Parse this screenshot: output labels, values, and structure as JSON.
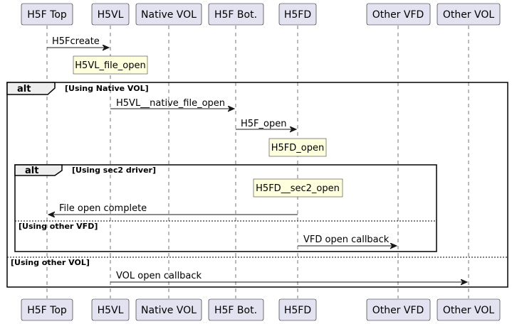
{
  "participants": [
    {
      "label": "H5F Top"
    },
    {
      "label": "H5VL"
    },
    {
      "label": "Native VOL"
    },
    {
      "label": "H5F Bot."
    },
    {
      "label": "H5FD"
    },
    {
      "label": "Other VFD"
    },
    {
      "label": "Other VOL"
    }
  ],
  "messages": {
    "h5fcreate": "H5Fcreate",
    "native_file_open": "H5VL__native_file_open",
    "h5f_open": "H5F_open",
    "file_open_complete": "File open complete",
    "vfd_open_callback": "VFD open callback",
    "vol_open_callback": "VOL open callback"
  },
  "notes": {
    "h5vl_file_open": "H5VL_file_open",
    "h5fd_open": "H5FD_open",
    "h5fd_sec2_open": "H5FD__sec2_open"
  },
  "fragments": {
    "outer": {
      "keyword": "alt",
      "guard": "[Using Native VOL]",
      "else_guard": "[Using other VOL]"
    },
    "inner": {
      "keyword": "alt",
      "guard": "[Using sec2 driver]",
      "else_guard": "[Using other VFD]"
    }
  }
}
